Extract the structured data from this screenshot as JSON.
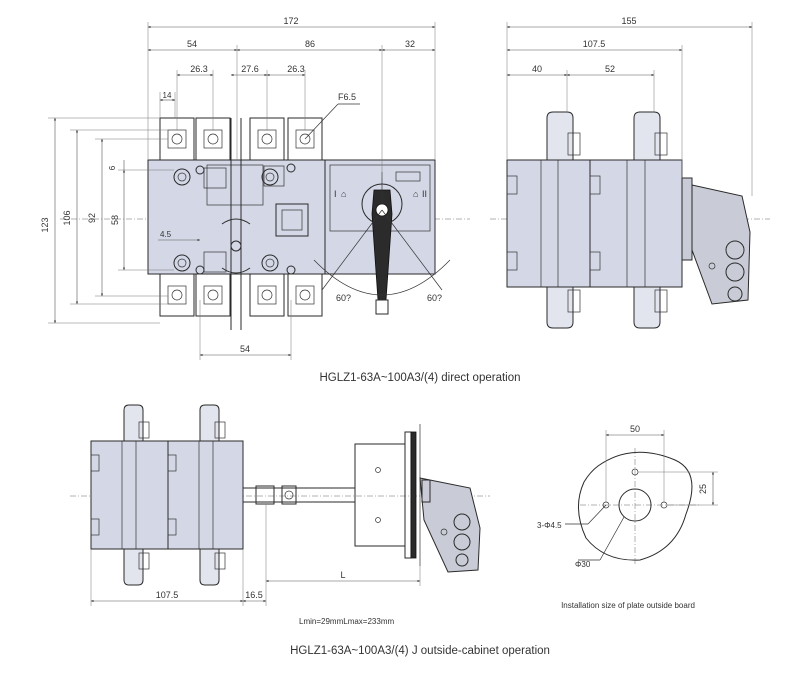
{
  "captions": {
    "direct": "HGLZ1-63A~100A3/(4) direct operation",
    "outside": "HGLZ1-63A~100A3/(4) J outside-cabinet operation",
    "plate": "Installation size of plate outside board"
  },
  "front_view": {
    "dims": {
      "overall_width": "172",
      "left_part": "54",
      "mid_part": "86",
      "right_part": "32",
      "pitch_a": "26.3",
      "pitch_b": "27.6",
      "pitch_c": "26.3",
      "small_14": "14",
      "fixing": "F6.5",
      "height_123": "123",
      "height_106": "106",
      "height_92": "92",
      "height_58": "58",
      "small_6": "6",
      "small_4_5": "4.5",
      "bottom_54": "54",
      "angle_left": "60?",
      "angle_right": "60?"
    },
    "markings": {
      "pos_one": "I",
      "pos_two": "II"
    }
  },
  "side_view": {
    "dims": {
      "overall": "155",
      "body": "107.5",
      "a": "40",
      "b": "52"
    }
  },
  "outside_view": {
    "dims": {
      "body": "107.5",
      "gap": "16.5",
      "shaft": "L",
      "range": "Lmin=29mmLmax=233mm"
    }
  },
  "plate_view": {
    "dims": {
      "width": "50",
      "height": "25",
      "holes": "3-Φ4.5",
      "center": "Φ30"
    }
  },
  "colors": {
    "body_fill": "#d4d7e6",
    "line": "#2a2a2a",
    "terminal": "#ffffff"
  }
}
